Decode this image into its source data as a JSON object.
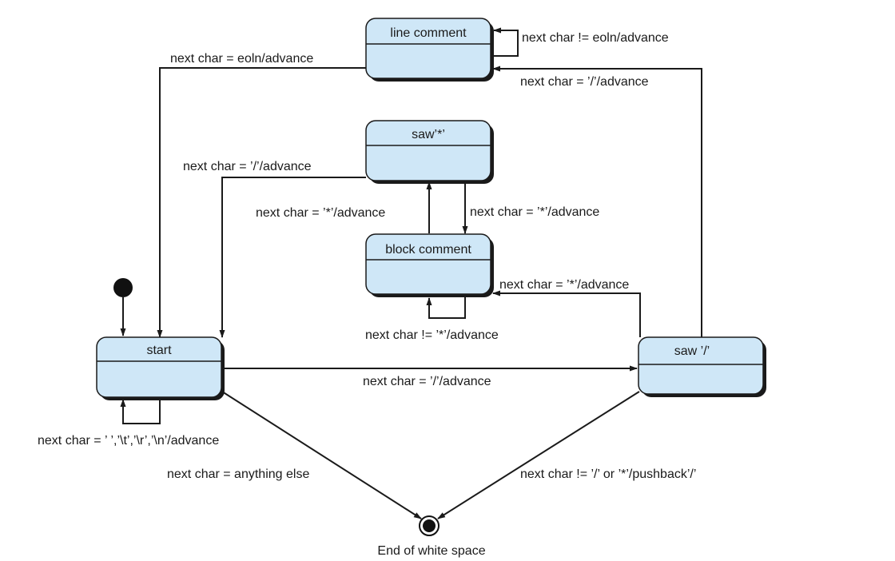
{
  "states": {
    "line_comment": "line comment",
    "saw_star": "saw’*’",
    "block_comment": "block comment",
    "start": "start",
    "saw_slash": "saw ’/’"
  },
  "final_label": "End of white space",
  "transitions": {
    "line_self": "next char != eoln/advance",
    "line_to_start": "next char = eoln/advance",
    "sawslash_to_line": "next char = ’/’/advance",
    "sawstar_to_start": "next char = ’/’/advance",
    "sawstar_to_block": "next char = ’*’/advance",
    "block_to_sawstar": "next char = ’*’/advance",
    "sawslash_to_block": "next char = ’*’/advance",
    "block_self": "next char != ’*’/advance",
    "start_to_sawslash": "next char = ’/’/advance",
    "start_self": "next char = ’ ’,’\\t’,’\\r’,’\\n’/advance",
    "start_to_end": "next char = anything else",
    "sawslash_to_end": "next char != ’/’ or ’*’/pushback’/’"
  },
  "colors": {
    "state_fill": "#cfe7f7",
    "line": "#1a1a1a"
  }
}
